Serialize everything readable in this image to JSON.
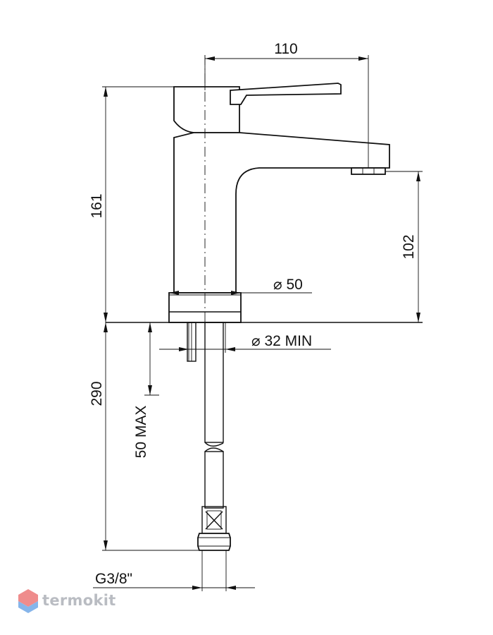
{
  "dimensions": {
    "width_top": "110",
    "height_total": "161",
    "spout_height": "102",
    "base_diameter": "⌀ 50",
    "hole_diameter": "⌀ 32 MIN",
    "hose_length": "290",
    "deck_thickness": "50 MAX",
    "thread": "G3/8\""
  },
  "watermark": {
    "brand": "termokit",
    "logo_colors": [
      "#ee7d7d",
      "#7fb0e8"
    ]
  }
}
